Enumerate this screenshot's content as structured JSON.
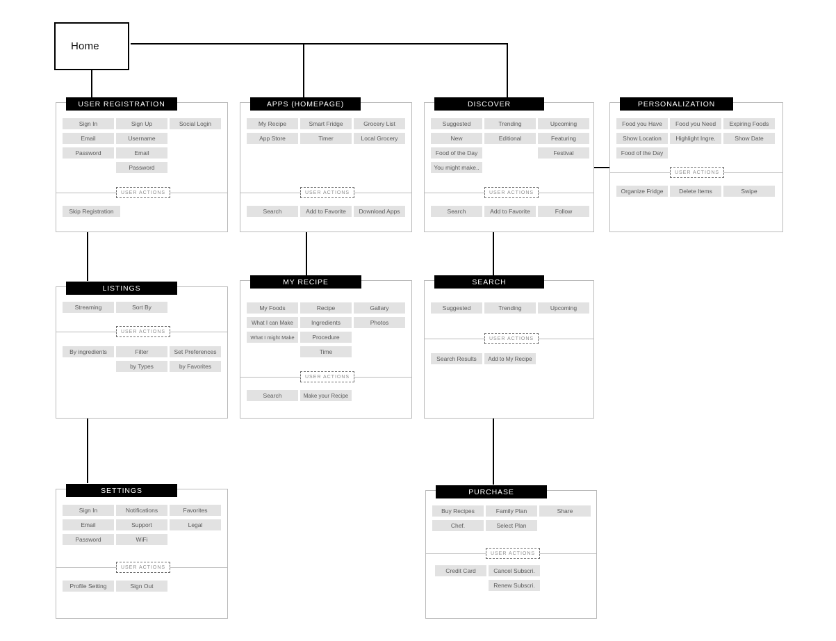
{
  "diagram": {
    "title": "Home",
    "root": {
      "label": "Home"
    },
    "user_actions_label": "USER ACTIONS",
    "colors": {
      "header_bg": "#000000",
      "header_text": "#ffffff",
      "pill_bg": "#e2e2e2",
      "pill_text": "#5a5a5a",
      "card_border": "#b9b9b9",
      "connector": "#000000",
      "background": "#ffffff"
    },
    "cards": [
      {
        "id": "user-registration",
        "title": "USER REGISTRATION",
        "features": [
          [
            "Sign In",
            "Sign Up",
            "Social Login"
          ],
          [
            "Email",
            "Username",
            ""
          ],
          [
            "Password",
            "Email",
            ""
          ],
          [
            "",
            "Password",
            ""
          ]
        ],
        "actions": [
          [
            "Skip Registration",
            "",
            ""
          ]
        ]
      },
      {
        "id": "apps-homepage",
        "title": "APPS (HOMEPAGE)",
        "features": [
          [
            "My Recipe",
            "Smart Fridge",
            "Grocery List"
          ],
          [
            "App Store",
            "Timer",
            "Local Grocery"
          ]
        ],
        "actions": [
          [
            "Search",
            "Add to Favorite",
            "Download Apps"
          ]
        ]
      },
      {
        "id": "discover",
        "title": "DISCOVER",
        "features": [
          [
            "Suggested",
            "Trending",
            "Upcoming"
          ],
          [
            "New",
            "Editional",
            "Featuring"
          ],
          [
            "Food of the Day",
            "",
            "Festival"
          ],
          [
            "You might make..",
            "",
            ""
          ]
        ],
        "actions": [
          [
            "Search",
            "Add to Favorite",
            "Follow"
          ]
        ]
      },
      {
        "id": "personalization",
        "title": "PERSONALIZATION",
        "features": [
          [
            "Food you Have",
            "Food you Need",
            "Expiring Foods"
          ],
          [
            "Show Location",
            "Highlight Ingre.",
            "Show Date"
          ],
          [
            "Food of the Day",
            "",
            ""
          ]
        ],
        "actions": [
          [
            "Organize Fridge",
            "Delete Items",
            "Swipe"
          ]
        ]
      },
      {
        "id": "listings",
        "title": "LISTINGS",
        "features": [
          [
            "Streaming",
            "Sort By",
            ""
          ]
        ],
        "actions": [
          [
            "By ingredients",
            "Filter",
            "Set Preferences"
          ],
          [
            "",
            "by Types",
            "by Favorites"
          ]
        ]
      },
      {
        "id": "my-recipe",
        "title": "MY RECIPE",
        "features": [
          [
            "My Foods",
            "Recipe",
            "Gallary"
          ],
          [
            "What I can Make",
            "Ingredients",
            "Photos"
          ],
          [
            "What I might Make",
            "Procedure",
            ""
          ],
          [
            "",
            "Time",
            ""
          ]
        ],
        "actions": [
          [
            "Search",
            "Make your Recipe",
            ""
          ]
        ]
      },
      {
        "id": "search",
        "title": "SEARCH",
        "features": [
          [
            "Suggested",
            "Trending",
            "Upcoming"
          ]
        ],
        "actions": [
          [
            "Search Results",
            "Add to My Recipe",
            ""
          ]
        ]
      },
      {
        "id": "settings",
        "title": "SETTINGS",
        "features": [
          [
            "Sign In",
            "Notifications",
            "Favorites"
          ],
          [
            "Email",
            "Support",
            "Legal"
          ],
          [
            "Password",
            "WiFi",
            ""
          ]
        ],
        "actions": [
          [
            "Profile Setting",
            "Sign Out",
            ""
          ]
        ]
      },
      {
        "id": "purchase",
        "title": "PURCHASE",
        "features": [
          [
            "Buy Recipes",
            "Family Plan",
            "Share"
          ],
          [
            "Chef.",
            "Select Plan",
            ""
          ]
        ],
        "actions": [
          [
            "Credit Card",
            "Cancel Subscri.",
            ""
          ],
          [
            "",
            "Renew Subscri.",
            ""
          ]
        ]
      }
    ]
  }
}
